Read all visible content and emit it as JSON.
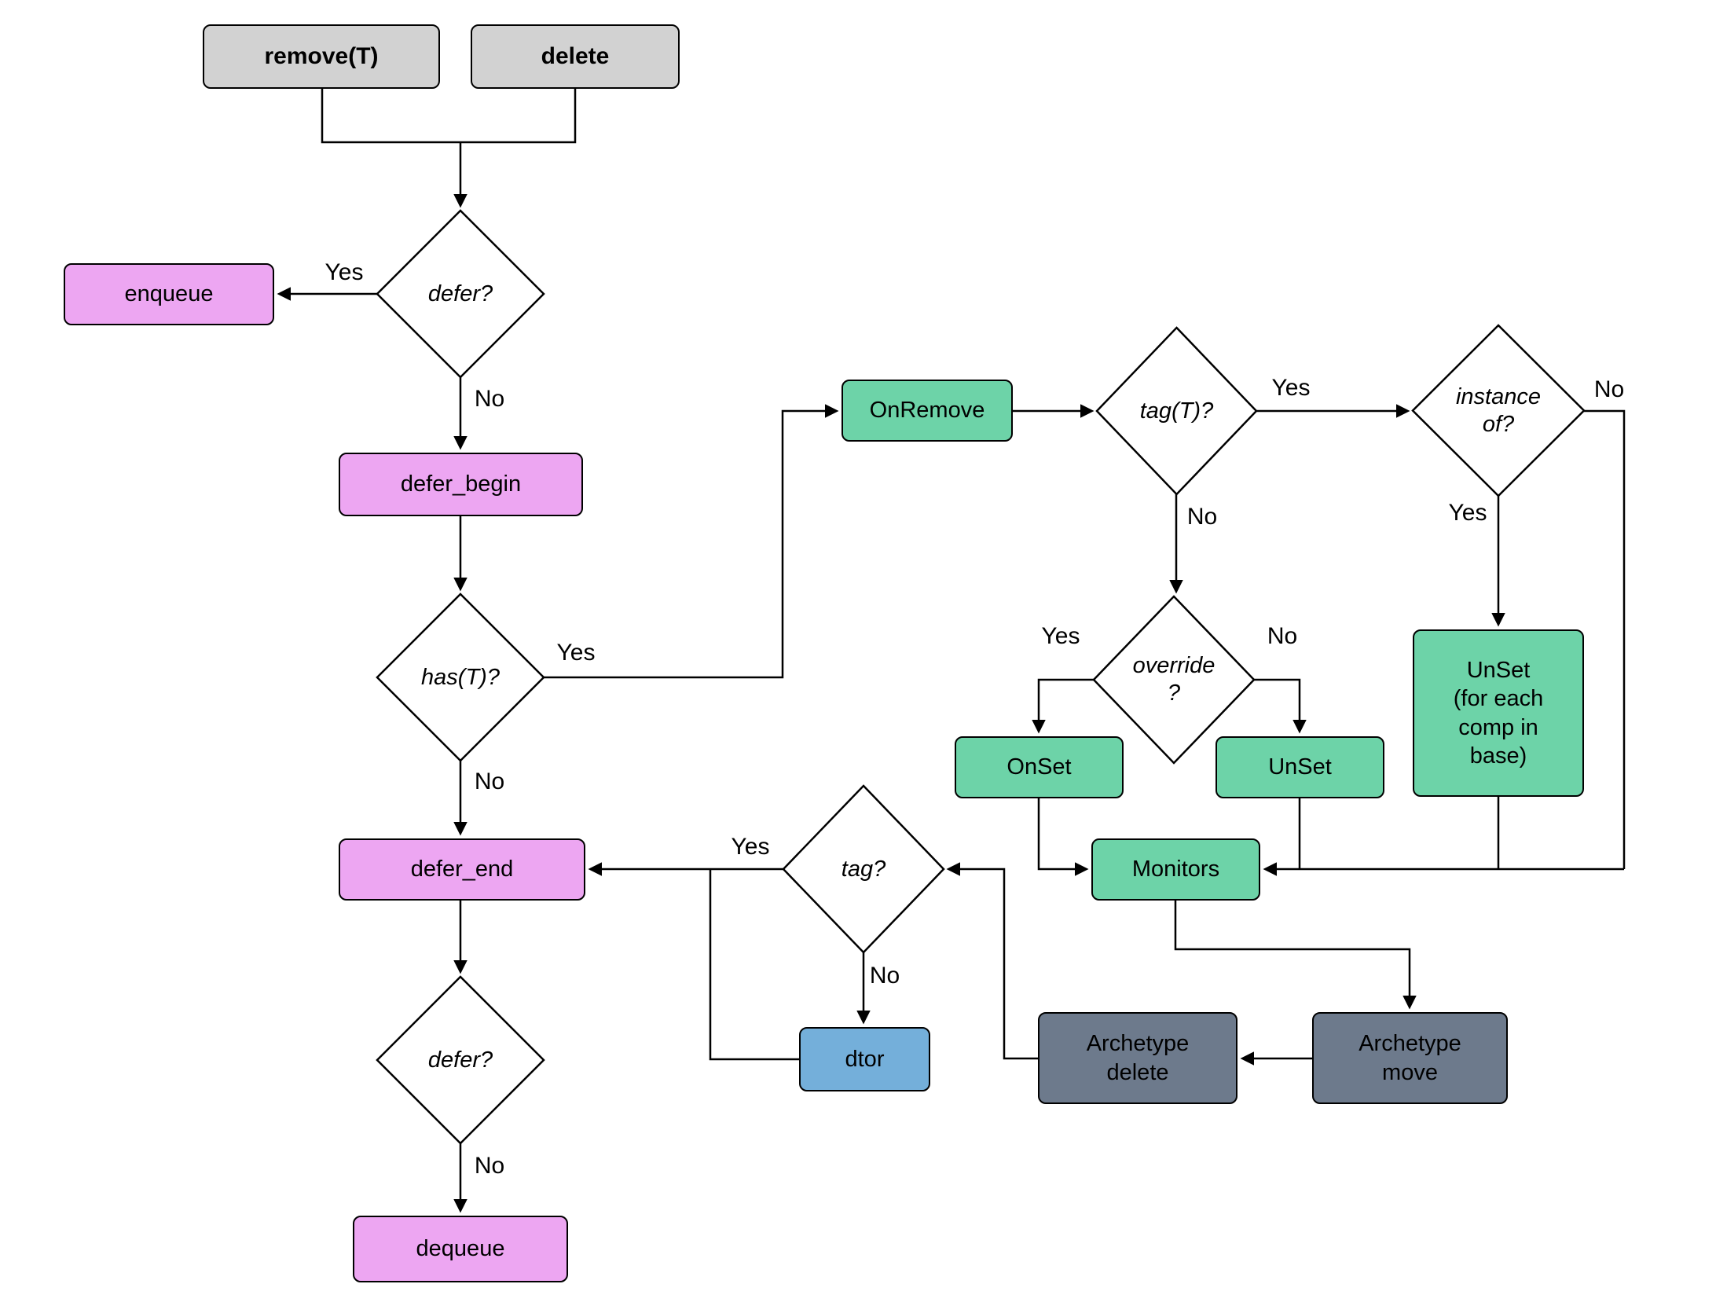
{
  "colors": {
    "start_box": "#d2d2d2",
    "defer_box": "#eda6f2",
    "hook_box": "#6dd3a8",
    "dtor_box": "#74afda",
    "archetype_box": "#6d7a8c",
    "diamond_fill": "#ffffff",
    "line": "#000000"
  },
  "nodes": {
    "remove_t": "remove(T)",
    "delete": "delete",
    "enqueue": "enqueue",
    "defer_check_1": "defer?",
    "defer_begin": "defer_begin",
    "has_t": "has(T)?",
    "on_remove": "OnRemove",
    "tag_t": "tag(T)?",
    "instance_of": "instance\nof?",
    "override": "override\n?",
    "unset_base": "UnSet\n(for each\ncomp in\nbase)",
    "on_set": "OnSet",
    "unset": "UnSet",
    "monitors": "Monitors",
    "defer_end": "defer_end",
    "tag": "tag?",
    "dtor": "dtor",
    "archetype_delete": "Archetype\ndelete",
    "archetype_move": "Archetype\nmove",
    "defer_check_2": "defer?",
    "dequeue": "dequeue"
  },
  "edge_labels": {
    "defer1_yes": "Yes",
    "defer1_no": "No",
    "has_yes": "Yes",
    "has_no": "No",
    "tagt_yes": "Yes",
    "tagt_no": "No",
    "instance_no": "No",
    "instance_yes": "Yes",
    "override_yes": "Yes",
    "override_no": "No",
    "tag_yes": "Yes",
    "tag_no": "No",
    "defer2_no": "No"
  }
}
